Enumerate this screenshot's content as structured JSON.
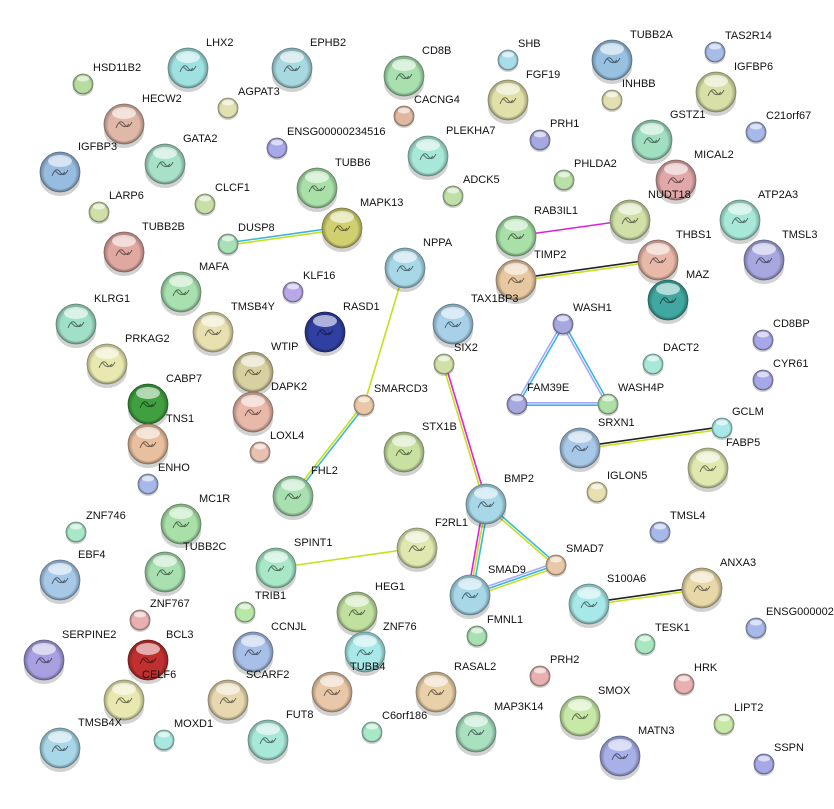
{
  "edge_colors": {
    "textmining": "#c6e01e",
    "coexpression": "#222222",
    "database": "#3ab8dc",
    "experiment": "#e020e0",
    "homology": "#a8a8ff"
  },
  "nodes": [
    {
      "label": "HSD11B2",
      "color": "#b8dca0"
    },
    {
      "label": "LHX2",
      "color": "#9fe0e0"
    },
    {
      "label": "EPHB2",
      "color": "#a8d8e0"
    },
    {
      "label": "CD8B",
      "color": "#a8e0b0"
    },
    {
      "label": "SHB",
      "color": "#a8dce8"
    },
    {
      "label": "TUBB2A",
      "color": "#98c0e0"
    },
    {
      "label": "TAS2R14",
      "color": "#a8bce8"
    },
    {
      "label": "FGF19",
      "color": "#e0e0a8"
    },
    {
      "label": "CACNG4",
      "color": "#e0b8a0"
    },
    {
      "label": "AGPAT3",
      "color": "#e0e0b0"
    },
    {
      "label": "INHBB",
      "color": "#e0e0b0"
    },
    {
      "label": "IGFBP6",
      "color": "#d8e0a8"
    },
    {
      "label": "HECW2",
      "color": "#e0b8a8"
    },
    {
      "label": "PRH1",
      "color": "#a8a8e0"
    },
    {
      "label": "GSTZ1",
      "color": "#a0e0c0"
    },
    {
      "label": "C21orf67",
      "color": "#a8b8e8"
    },
    {
      "label": "GATA2",
      "color": "#a8e0c8"
    },
    {
      "label": "ENSG00000234516",
      "color": "#a8a8e8"
    },
    {
      "label": "PLEKHA7",
      "color": "#a8e8d8"
    },
    {
      "label": "IGFBP3",
      "color": "#98bce0"
    },
    {
      "label": "MICAL2",
      "color": "#e0a8a8"
    },
    {
      "label": "PHLDA2",
      "color": "#b8e0a8"
    },
    {
      "label": "TUBB6",
      "color": "#a8e0a8"
    },
    {
      "label": "ADCK5",
      "color": "#c0e0a8"
    },
    {
      "label": "CLCF1",
      "color": "#c8e0a8"
    },
    {
      "label": "LARP6",
      "color": "#d0e0a8"
    },
    {
      "label": "NUDT18",
      "color": "#d0e0a8"
    },
    {
      "label": "ATP2A3",
      "color": "#a8e8d8"
    },
    {
      "label": "MAPK13",
      "color": "#d0d070"
    },
    {
      "label": "DUSP8",
      "color": "#a8e0b8"
    },
    {
      "label": "RAB3IL1",
      "color": "#a8e0a8"
    },
    {
      "label": "TUBB2B",
      "color": "#e0a8a0"
    },
    {
      "label": "THBS1",
      "color": "#e8b8a8"
    },
    {
      "label": "TMSL3",
      "color": "#a8a8e0"
    },
    {
      "label": "TIMP2",
      "color": "#e8c8a0"
    },
    {
      "label": "NPPA",
      "color": "#a8d8e8"
    },
    {
      "label": "MAFA",
      "color": "#a8e0b0"
    },
    {
      "label": "KLF16",
      "color": "#b8a8e8"
    },
    {
      "label": "MAZ",
      "color": "#40a8a0"
    },
    {
      "label": "KLRG1",
      "color": "#a0e0c8"
    },
    {
      "label": "TMSB4Y",
      "color": "#e8e0b0"
    },
    {
      "label": "RASD1",
      "color": "#3040a0"
    },
    {
      "label": "TAX1BP3",
      "color": "#a8d0e8"
    },
    {
      "label": "WASH1",
      "color": "#a8a8e0"
    },
    {
      "label": "CD8BP",
      "color": "#a8a8e8"
    },
    {
      "label": "PRKAG2",
      "color": "#e8e8b0"
    },
    {
      "label": "DACT2",
      "color": "#a8e8d8"
    },
    {
      "label": "SIX2",
      "color": "#d0e0a8"
    },
    {
      "label": "CYR61",
      "color": "#a8a8e8"
    },
    {
      "label": "WTIP",
      "color": "#d8d0a0"
    },
    {
      "label": "CABP7",
      "color": "#40a040"
    },
    {
      "label": "SMARCD3",
      "color": "#e8c8a8"
    },
    {
      "label": "FAM39E",
      "color": "#a8a8e0"
    },
    {
      "label": "WASH4P",
      "color": "#b0e0a8"
    },
    {
      "label": "DAPK2",
      "color": "#e8b8a8"
    },
    {
      "label": "TNS1",
      "color": "#e8c0a0"
    },
    {
      "label": "STX1B",
      "color": "#c8e0a0"
    },
    {
      "label": "GCLM",
      "color": "#a8e8e8"
    },
    {
      "label": "SRXN1",
      "color": "#a8c8e8"
    },
    {
      "label": "LOXL4",
      "color": "#e8c0b0"
    },
    {
      "label": "FABP5",
      "color": "#e0e8b0"
    },
    {
      "label": "ENHO",
      "color": "#a8b8e8"
    },
    {
      "label": "IGLON5",
      "color": "#e8e0b0"
    },
    {
      "label": "FHL2",
      "color": "#a8e0b0"
    },
    {
      "label": "BMP2",
      "color": "#a8d8e8"
    },
    {
      "label": "MC1R",
      "color": "#a8e0a8"
    },
    {
      "label": "TMSL4",
      "color": "#a8b8e8"
    },
    {
      "label": "ZNF746",
      "color": "#a8e8c8"
    },
    {
      "label": "F2RL1",
      "color": "#e0e8b0"
    },
    {
      "label": "TUBB2C",
      "color": "#a8e0b0"
    },
    {
      "label": "SPINT1",
      "color": "#a8e8c8"
    },
    {
      "label": "SMAD7",
      "color": "#e8c8a8"
    },
    {
      "label": "EBF4",
      "color": "#a8c8e8"
    },
    {
      "label": "ANXA3",
      "color": "#e8d8a8"
    },
    {
      "label": "SMAD9",
      "color": "#a8d8e8"
    },
    {
      "label": "S100A6",
      "color": "#a8e8e8"
    },
    {
      "label": "ZNF767",
      "color": "#e8b0b0"
    },
    {
      "label": "TRIB1",
      "color": "#b8e8a8"
    },
    {
      "label": "HEG1",
      "color": "#c0e0a0"
    },
    {
      "label": "FMNL1",
      "color": "#a8e0b0"
    },
    {
      "label": "ENSG000002",
      "color": "#a8b8e8"
    },
    {
      "label": "TESK1",
      "color": "#a8e8c0"
    },
    {
      "label": "CCNJL",
      "color": "#a8c0e8"
    },
    {
      "label": "ZNF76",
      "color": "#a8e8e8"
    },
    {
      "label": "SERPINE2",
      "color": "#a8a0e0"
    },
    {
      "label": "BCL3",
      "color": "#c03030"
    },
    {
      "label": "PRH2",
      "color": "#e8b0b0"
    },
    {
      "label": "HRK",
      "color": "#e8b0b0"
    },
    {
      "label": "RASAL2",
      "color": "#e8d0a8"
    },
    {
      "label": "TUBB4",
      "color": "#e8c8a8"
    },
    {
      "label": "SCARF2",
      "color": "#e8d8b0"
    },
    {
      "label": "CELF6",
      "color": "#e8e8b0"
    },
    {
      "label": "SMOX",
      "color": "#c8e8a8"
    },
    {
      "label": "LIPT2",
      "color": "#c8e8a8"
    },
    {
      "label": "MAP3K14",
      "color": "#a8e0c0"
    },
    {
      "label": "C6orf186",
      "color": "#a8e8c8"
    },
    {
      "label": "FUT8",
      "color": "#a8e8d8"
    },
    {
      "label": "MOXD1",
      "color": "#a8e8e0"
    },
    {
      "label": "TMSB4X",
      "color": "#a8d8e8"
    },
    {
      "label": "MATN3",
      "color": "#a8b0e8"
    },
    {
      "label": "SSPN",
      "color": "#a8a8e8"
    }
  ],
  "edges": [
    {
      "a": "DUSP8",
      "b": "MAPK13",
      "types": [
        "database",
        "textmining"
      ]
    },
    {
      "a": "RAB3IL1",
      "b": "NUDT18",
      "types": [
        "experiment"
      ]
    },
    {
      "a": "TIMP2",
      "b": "THBS1",
      "types": [
        "coexpression",
        "textmining"
      ]
    },
    {
      "a": "NPPA",
      "b": "SMARCD3",
      "types": [
        "textmining"
      ]
    },
    {
      "a": "SMARCD3",
      "b": "FHL2",
      "types": [
        "database",
        "textmining"
      ]
    },
    {
      "a": "WASH1",
      "b": "FAM39E",
      "types": [
        "database",
        "homology"
      ]
    },
    {
      "a": "WASH1",
      "b": "WASH4P",
      "types": [
        "database",
        "homology"
      ]
    },
    {
      "a": "FAM39E",
      "b": "WASH4P",
      "types": [
        "homology",
        "database"
      ]
    },
    {
      "a": "SIX2",
      "b": "BMP2",
      "types": [
        "experiment",
        "textmining"
      ]
    },
    {
      "a": "SRXN1",
      "b": "GCLM",
      "types": [
        "coexpression",
        "textmining"
      ]
    },
    {
      "a": "BMP2",
      "b": "SMAD9",
      "types": [
        "database",
        "textmining",
        "experiment"
      ]
    },
    {
      "a": "BMP2",
      "b": "SMAD7",
      "types": [
        "database",
        "textmining"
      ]
    },
    {
      "a": "SMAD9",
      "b": "SMAD7",
      "types": [
        "homology",
        "database",
        "textmining"
      ]
    },
    {
      "a": "SPINT1",
      "b": "F2RL1",
      "types": [
        "textmining"
      ]
    },
    {
      "a": "S100A6",
      "b": "ANXA3",
      "types": [
        "coexpression",
        "textmining"
      ]
    }
  ]
}
